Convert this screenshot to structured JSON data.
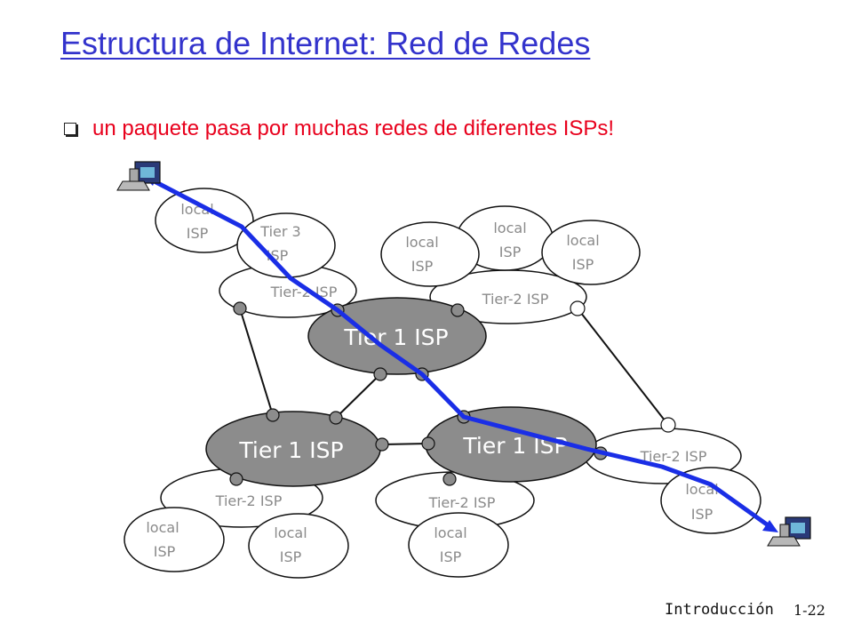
{
  "title": "Estructura de Internet: Red de Redes",
  "bullet": "un paquete pasa por muchas redes de diferentes ISPs!",
  "footer": {
    "label": "Introducción",
    "page": "1-22"
  },
  "labels": {
    "local_line1": "local",
    "local_line2": "ISP",
    "tier3_line1": "Tier 3",
    "tier3_line2": "ISP",
    "tier2": "Tier-2 ISP",
    "tier1": "Tier 1 ISP"
  },
  "colors": {
    "title": "#3333cc",
    "bullet": "#e8001c",
    "path": "#1a2ee6",
    "tier1_fill": "#8c8c8c",
    "cloud_text": "#8a8a8a",
    "router_fill": "#8c8c8c"
  },
  "icons": [
    "computer-icon-source",
    "computer-icon-destination"
  ]
}
